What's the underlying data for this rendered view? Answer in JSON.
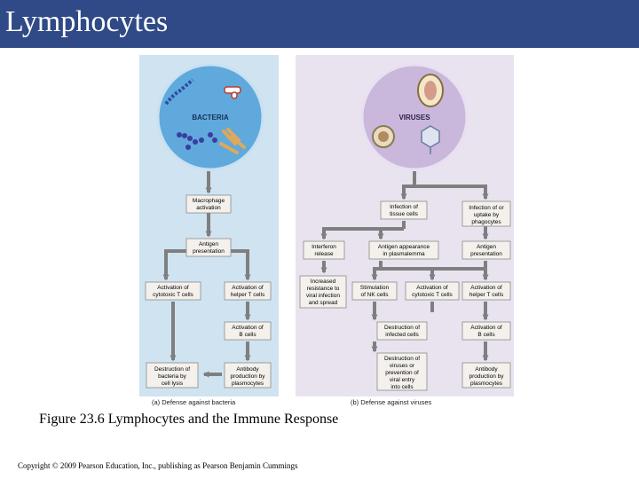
{
  "slide": {
    "title": "Lymphocytes",
    "caption": "Figure 23.6 Lymphocytes and the Immune Response",
    "copyright": "Copyright © 2009 Pearson Education, Inc., publishing as Pearson Benjamin Cummings"
  },
  "colors": {
    "title_bar": "#2f4a86",
    "panel_a": "#cfe3f1",
    "panel_b": "#e9e3ef",
    "bacteria_circle": "#5fa9dc",
    "virus_circle": "#c9b7dc",
    "box_fill": "#f4f1ec",
    "arrow": "#7f7f7f"
  },
  "diagram": {
    "panel_a": {
      "circle_label": "BACTERIA",
      "subtitle": "(a) Defense against bacteria",
      "boxes": {
        "macrophage": [
          "Macrophage",
          "activation"
        ],
        "antigen_a": [
          "Antigen",
          "presentation"
        ],
        "cytotoxic_a": [
          "Activation of",
          "cytotoxic T cells"
        ],
        "helper_a": [
          "Activation of",
          "helper T cells"
        ],
        "bcells_a": [
          "Activation of",
          "B cells"
        ],
        "destruction_bacteria": [
          "Destruction of",
          "bacteria by",
          "cell lysis"
        ],
        "antibody_a": [
          "Antibody",
          "production by",
          "plasmocytes"
        ]
      }
    },
    "panel_b": {
      "circle_label": "VIRUSES",
      "subtitle": "(b) Defense against viruses",
      "boxes": {
        "infection_tissue": [
          "Infection of",
          "tissue cells"
        ],
        "infection_phago": [
          "Infection of or",
          "uptake by",
          "phagocytes"
        ],
        "interferon": [
          "Interferon",
          "release"
        ],
        "antigen_appearance": [
          "Antigen appearance",
          "in plasmalemma"
        ],
        "antigen_b": [
          "Antigen",
          "presentation"
        ],
        "increased_resistance": [
          "Increased",
          "resistance to",
          "viral infection",
          "and spread"
        ],
        "nk_cells": [
          "Stimulation",
          "of NK cells"
        ],
        "cytotoxic_b": [
          "Activation of",
          "cytotoxic T cells"
        ],
        "helper_b": [
          "Activation of",
          "helper T cells"
        ],
        "destruction_infected": [
          "Destruction of",
          "infected cells"
        ],
        "bcells_b": [
          "Activation of",
          "B cells"
        ],
        "destruction_viruses": [
          "Destruction of",
          "viruses or",
          "prevention of",
          "viral entry",
          "into cells"
        ],
        "antibody_b": [
          "Antibody",
          "production by",
          "plasmocytes"
        ]
      }
    }
  }
}
